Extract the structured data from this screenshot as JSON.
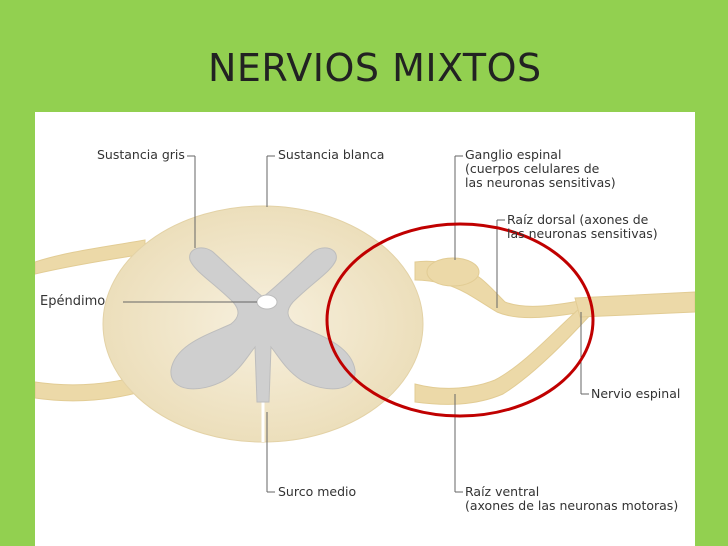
{
  "slide": {
    "title": "NERVIOS MIXTOS"
  },
  "labels": {
    "sustancia_gris": "Sustancia gris",
    "sustancia_blanca": "Sustancia blanca",
    "ganglio_espinal": [
      "Ganglio espinal",
      "(cuerpos celulares de",
      "las neuronas sensitivas)"
    ],
    "raiz_dorsal": [
      "Raíz dorsal (axones de",
      "las neuronas sensitivas)"
    ],
    "ependimo": "Epéndimo",
    "nervio_espinal": "Nervio espinal",
    "surco_medio": "Surco medio",
    "raiz_ventral": [
      "Raíz ventral",
      "(axones de las neuronas motoras)"
    ]
  },
  "colors": {
    "background": "#92d050",
    "panel": "#ffffff",
    "white_matter": "#f3ead2",
    "gray_matter": "#cfcfcf",
    "nerve": "#ecd9a8",
    "highlight_circle": "#c00000",
    "leader_line": "#666666"
  }
}
